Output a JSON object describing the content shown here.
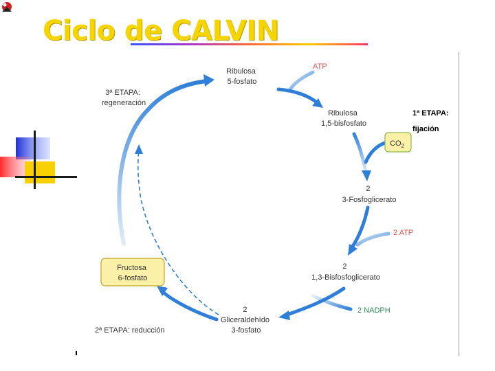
{
  "slide": {
    "title": "Ciclo de CALVIN"
  },
  "diagram": {
    "nodes": {
      "ribulosa_5p": [
        "Ribulosa",
        "5-fosfato"
      ],
      "ribulosa_15bp": [
        "Ribulosa",
        "1,5-bisfosfato"
      ],
      "fosfoglicerato": [
        "2",
        "3-Fosfoglicerato"
      ],
      "bisfosfoglicerato": [
        "2",
        "1,3-Bisfosfoglicerato"
      ],
      "gliceraldehido": [
        "2",
        "Gliceraldehído",
        "3-fosfato"
      ],
      "fructosa": [
        "Fructosa",
        "6-fosfato"
      ]
    },
    "inputs": {
      "atp": "ATP",
      "co2_main": "CO",
      "co2_sub": "2",
      "two_atp": "2 ATP",
      "nadph": "2 NADPH"
    },
    "stages": {
      "regeneracion": [
        "3ª ETAPA:",
        "regeneración"
      ],
      "reduccion": "2ª ETAPA: reducción",
      "fijacion": [
        "1ª ETAPA:",
        "fijación"
      ]
    },
    "colors": {
      "arrow": "#2f7fd8",
      "input_label": "#d9534f",
      "nadph_label": "#2e8b57",
      "box_fill": "#fbf0a8",
      "box_stroke": "#c9a227",
      "title": "#f5d400"
    }
  }
}
